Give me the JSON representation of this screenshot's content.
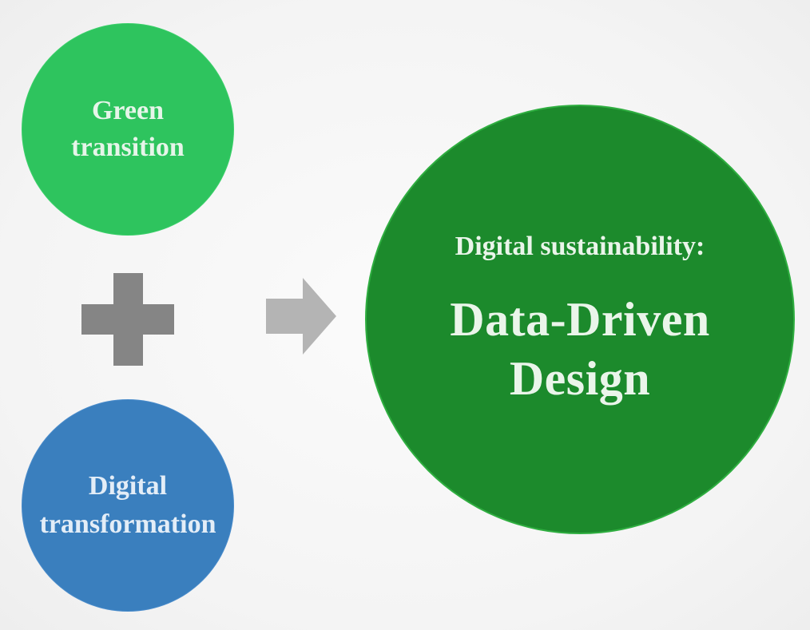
{
  "nodes": {
    "green": {
      "line1": "Green",
      "line2": "transition",
      "color": "#2ec45e"
    },
    "blue": {
      "line1": "Digital",
      "line2": "transformation",
      "color": "#3a7fbe"
    },
    "result": {
      "subtitle": "Digital sustainability:",
      "title_line1": "Data-Driven",
      "title_line2": "Design",
      "color": "#1c8a2c"
    }
  },
  "connectors": {
    "plus_icon": "plus-icon",
    "arrow_icon": "arrow-right-icon",
    "color": "#858585",
    "arrow_color": "#b4b4b4"
  }
}
